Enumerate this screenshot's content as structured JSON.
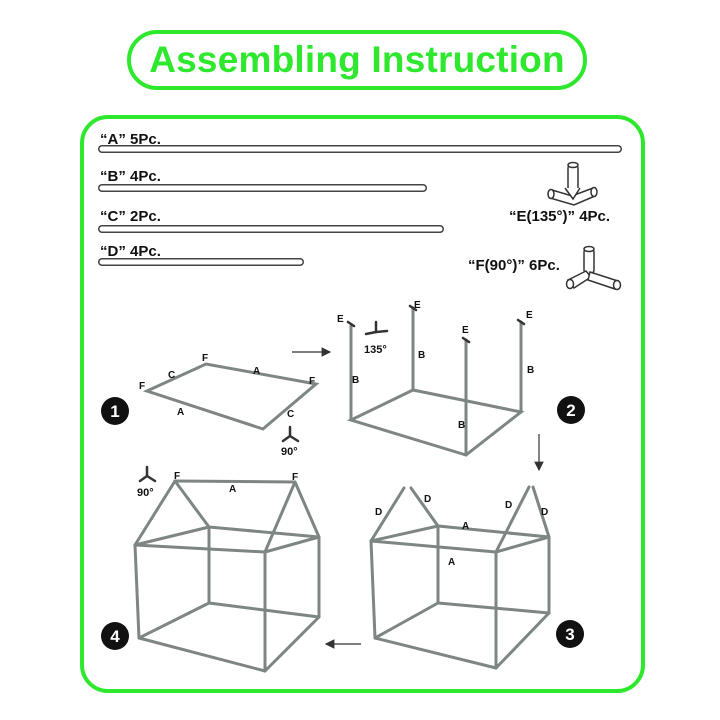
{
  "title": "Assembling Instruction",
  "parts": {
    "a": "“A” 5Pc.",
    "b": "“B” 4Pc.",
    "c": "“C” 2Pc.",
    "d": "“D” 4Pc.",
    "e": "“E(135°)” 4Pc.",
    "f": "“F(90°)” 6Pc."
  },
  "letters": {
    "A": "A",
    "B": "B",
    "C": "C",
    "D": "D",
    "E": "E",
    "F": "F"
  },
  "angles": {
    "a135": "135°",
    "a90": "90°"
  },
  "steps": {
    "s1": "1",
    "s2": "2",
    "s3": "3",
    "s4": "4"
  },
  "colors": {
    "accent": "#2ee82e",
    "frame": "#7d8683"
  }
}
